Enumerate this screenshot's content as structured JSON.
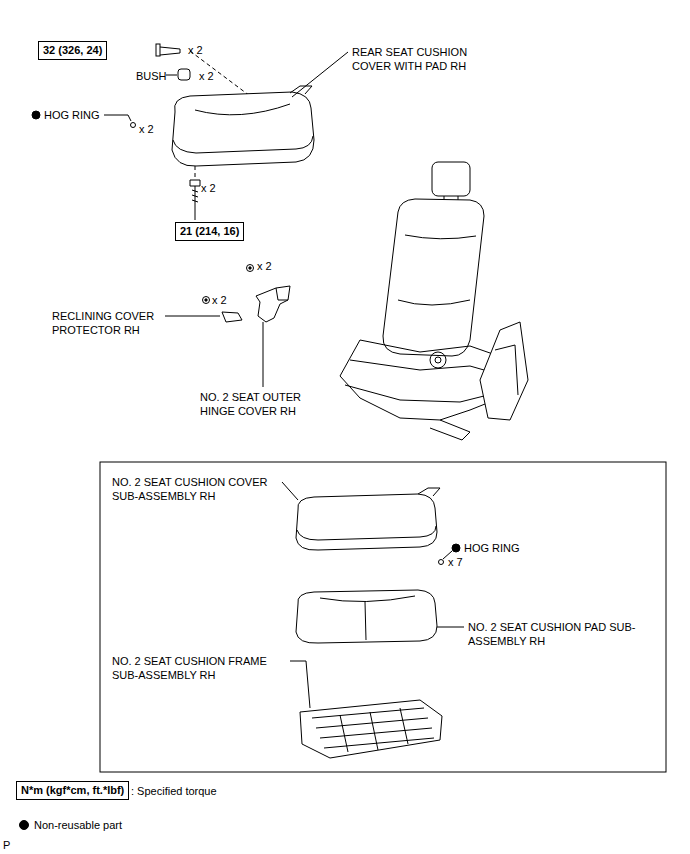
{
  "diagram": {
    "nodes": [
      {
        "text": [
          "32 (326, 24)"
        ]
      },
      {
        "text": [
          "21 (214, 16)"
        ]
      },
      {
        "text": [
          "N*m (kgf*cm, ft.*lbf)"
        ]
      }
    ],
    "labels": [
      "x 2",
      "BUSH",
      "x 2",
      "REAR SEAT CUSHION COVER WITH PAD RH",
      "HOG RING",
      "x 2",
      "x 2",
      "x 2",
      "x 2",
      "RECLINING COVER PROTECTOR RH",
      "NO. 2 SEAT OUTER HINGE COVER RH",
      "NO. 2 SEAT CUSHION COVER SUB-ASSEMBLY RH",
      "HOG RING",
      "x 7",
      "NO. 2 SEAT CUSHION PAD SUB-ASSEMBLY RH",
      "NO. 2 SEAT CUSHION FRAME SUB-ASSEMBLY RH",
      ": Specified torque",
      "P"
    ],
    "legend": [
      {
        "text": "Non-reusable part"
      }
    ]
  }
}
